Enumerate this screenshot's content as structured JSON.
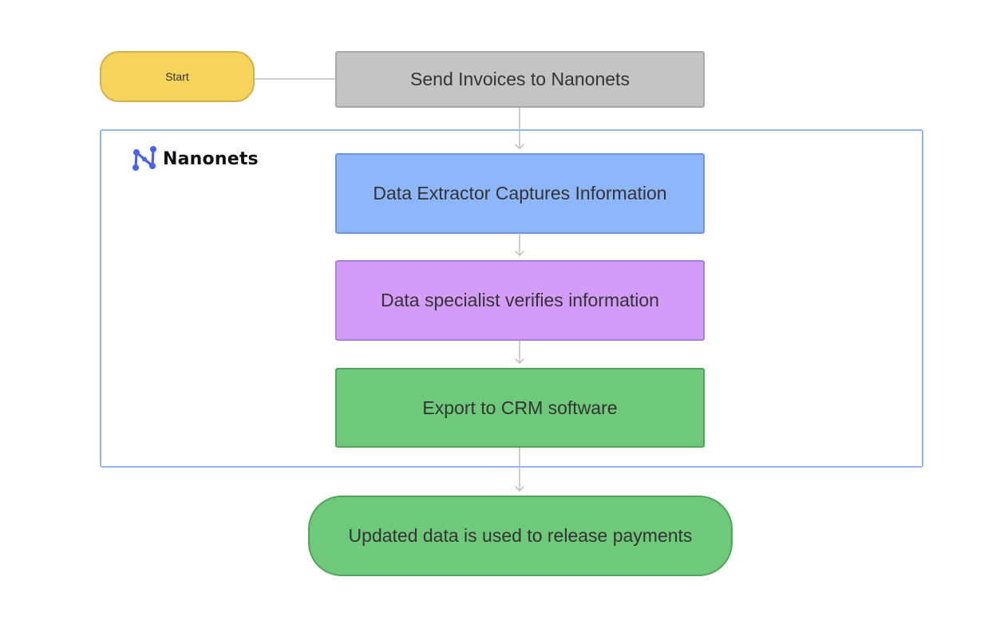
{
  "diagram": {
    "nodes": {
      "start": "Start",
      "send": "Send Invoices to Nanonets",
      "extract": "Data Extractor Captures Information",
      "verify": "Data specialist verifies information",
      "export": "Export to CRM software",
      "release": "Updated data is used to release payments"
    },
    "group": {
      "brand_name": "Nanonets",
      "logo_icon": "nanonets-logo-icon"
    },
    "colors": {
      "start": "#f6d35b",
      "send": "#c4c4c4",
      "extract": "#8eb6fa",
      "verify": "#d29cf8",
      "export": "#6fc97a",
      "release": "#6fc97a",
      "group_border": "#92b4f0",
      "brand_accent": "#4a63e6",
      "connector": "#c4c4c4"
    },
    "edges": [
      {
        "from": "start",
        "to": "send",
        "arrow": false
      },
      {
        "from": "send",
        "to": "extract",
        "arrow": true
      },
      {
        "from": "extract",
        "to": "verify",
        "arrow": true
      },
      {
        "from": "verify",
        "to": "export",
        "arrow": true
      },
      {
        "from": "export",
        "to": "release",
        "arrow": true
      }
    ]
  }
}
